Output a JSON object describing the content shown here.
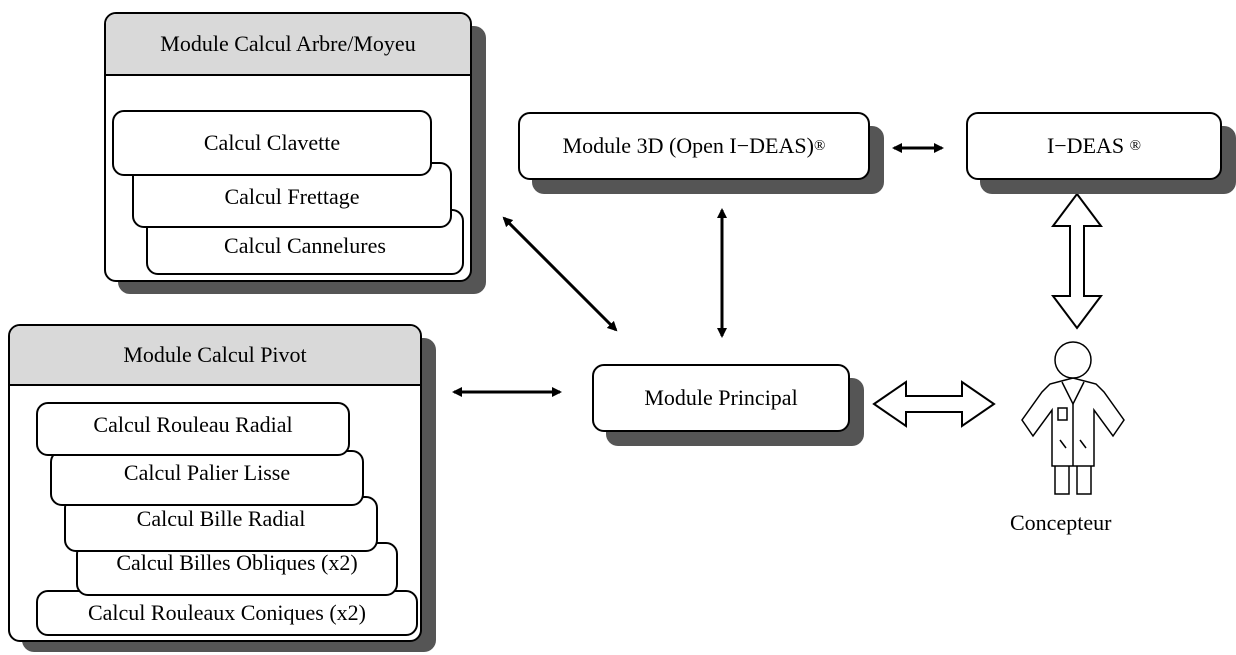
{
  "arbre_moyeu": {
    "title": "Module Calcul Arbre/Moyeu",
    "items": [
      "Calcul Clavette",
      "Calcul Frettage",
      "Calcul Cannelures"
    ]
  },
  "pivot": {
    "title": "Module Calcul Pivot",
    "items": [
      "Calcul Rouleau Radial",
      "Calcul Palier Lisse",
      "Calcul Bille Radial",
      "Calcul Billes Obliques (x2)",
      "Calcul Rouleaux Coniques (x2)"
    ]
  },
  "module_3d": {
    "label": "Module 3D (Open I−DEAS)",
    "mark": "®"
  },
  "ideas": {
    "label": "I−DEAS ",
    "mark": "®"
  },
  "principal": {
    "label": "Module Principal"
  },
  "concepteur": {
    "label": "Concepteur"
  }
}
